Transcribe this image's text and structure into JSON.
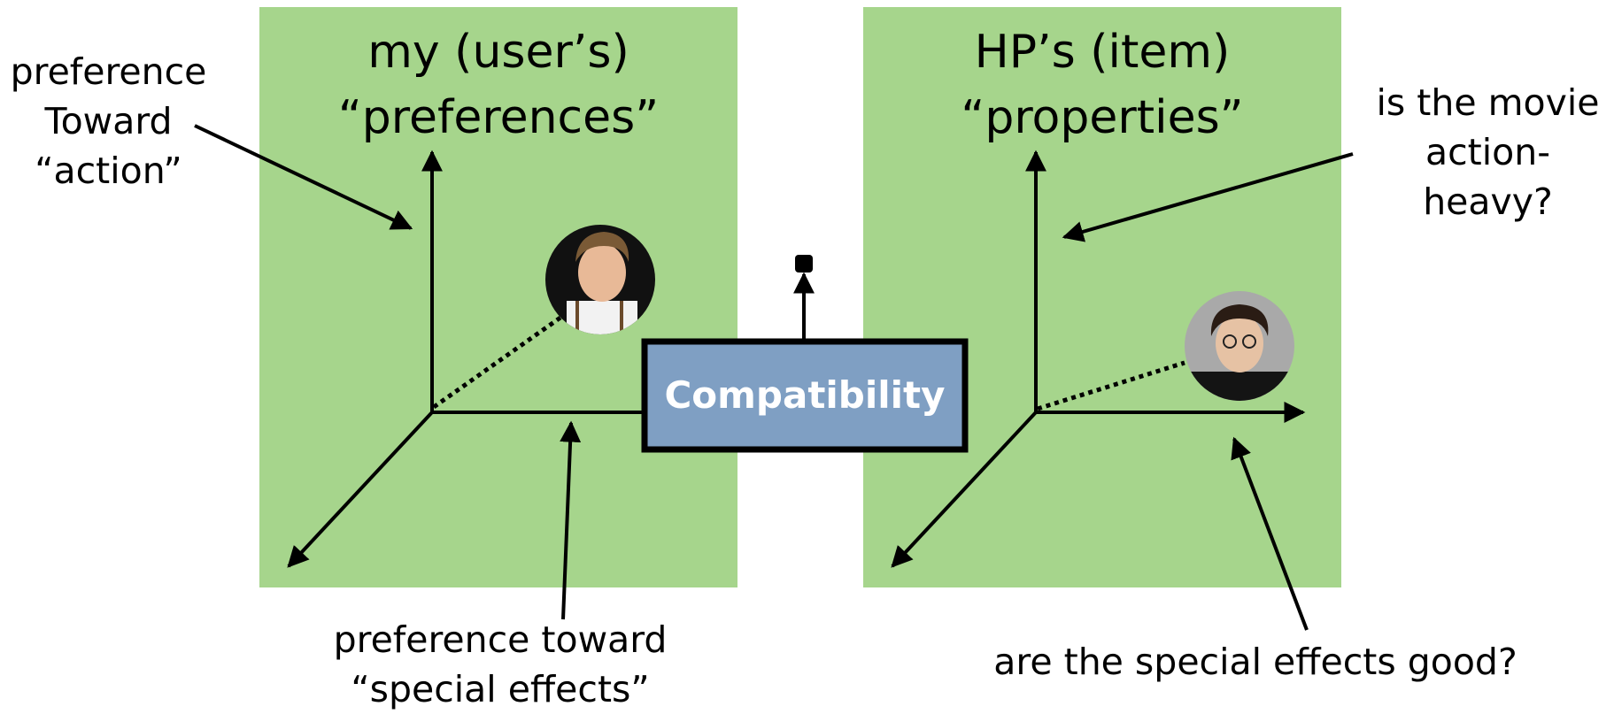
{
  "left_panel": {
    "title_line1": "my (user’s)",
    "title_line2": "“preferences”",
    "annotation_action": [
      "preference",
      "Toward",
      "“action”"
    ],
    "annotation_effects": [
      "preference toward",
      "“special effects”"
    ]
  },
  "right_panel": {
    "title_line1": "HP’s (item)",
    "title_line2": "“properties”",
    "annotation_action": [
      "is the movie",
      "action-",
      "heavy?"
    ],
    "annotation_effects": "are the special effects good?"
  },
  "compatibility_box": {
    "label": "Compatibility"
  },
  "colors": {
    "panel_fill": "#a6d58c",
    "box_fill": "#7f9fc3",
    "box_stroke": "#000000",
    "arrow_stroke": "#000000"
  },
  "icons": {
    "user_avatar": "user-portrait-icon",
    "item_avatar": "item-portrait-icon",
    "output_dot": "output-dot-icon"
  }
}
